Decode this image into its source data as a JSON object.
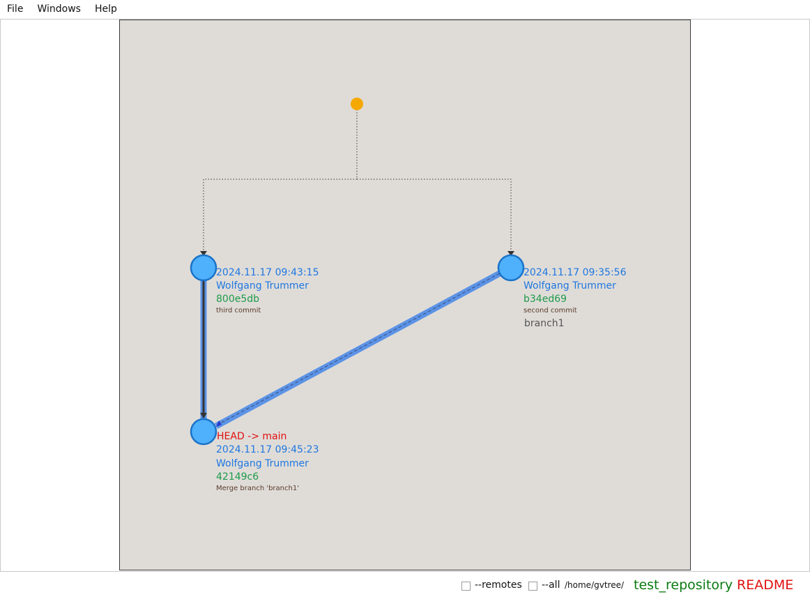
{
  "menu": {
    "file": "File",
    "windows": "Windows",
    "help": "Help"
  },
  "colors": {
    "canvas_bg": "#dfdcd8",
    "node_fill": "#4fb0fb",
    "node_stroke": "#1a73c8",
    "origin_node": "#f5a800",
    "edge_highlight": "#5b93e6",
    "date_text": "#1f77e0",
    "author_text": "#1f77e0",
    "hash_text": "#1e9a4a",
    "message_text": "#5a3a2a",
    "ref_head_text": "#e01010",
    "ref_branch_text": "#444444"
  },
  "commits": [
    {
      "id": "c1",
      "date": "2024.11.17 09:43:15",
      "author": "Wolfgang Trummer",
      "hash": "800e5db",
      "message": "third commit",
      "ref": ""
    },
    {
      "id": "c2",
      "date": "2024.11.17 09:35:56",
      "author": "Wolfgang Trummer",
      "hash": "b34ed69",
      "message": "second commit",
      "ref": "branch1"
    },
    {
      "id": "c3",
      "date": "2024.11.17 09:45:23",
      "author": "Wolfgang Trummer",
      "hash": "42149c6",
      "message": "Merge branch 'branch1'",
      "ref": "HEAD -> main"
    }
  ],
  "status": {
    "remotes_label": "--remotes",
    "remotes_checked": false,
    "all_label": "--all",
    "all_checked": false,
    "path": "/home/gvtree/",
    "repo": "test_repository",
    "readme": "README"
  }
}
